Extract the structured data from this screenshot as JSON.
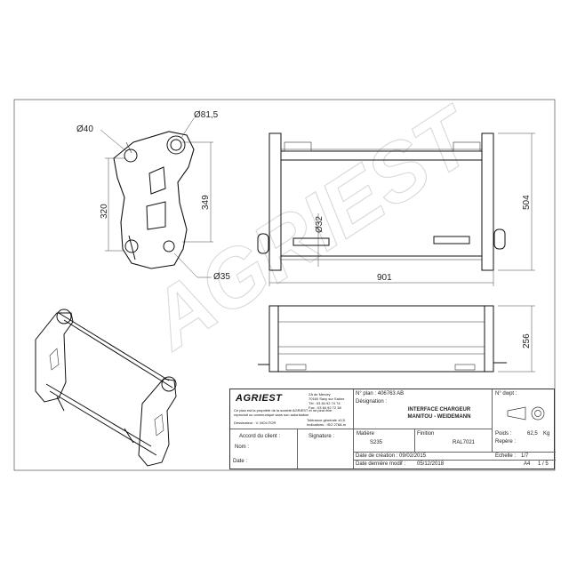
{
  "dimensions": {
    "hole_small": "Ø40",
    "hole_large": "Ø81,5",
    "height_a": "320",
    "height_b": "349",
    "hole_bottom": "Ø35",
    "pin_diameter": "Ø32",
    "width": "901",
    "height_frame": "504",
    "depth": "256"
  },
  "watermark": "AGRIEST",
  "company": {
    "name": "AGRIEST",
    "address": [
      "ZA de Mercey",
      "70160 Saxy sur Saône",
      "Tél : 03 84 92 74 74",
      "Fax : 03 84 92 72 38"
    ],
    "notice": [
      "Ce plan est la propriété de la société AGRIEST et ne peut être",
      "reproduit ou communiqué sans son autorisation"
    ],
    "designer_label": "Dessinateur : V. MOLITOR",
    "tolerance": [
      "Tolérance générale ±0,5",
      "Indications : ISO 2768-m"
    ]
  },
  "title_block": {
    "client_agreement_label": "Accord du client :",
    "signature_label": "Signature :",
    "name_label": "Nom :",
    "date_label": "Date :",
    "plan_number_label": "N° plan : 406763 AB",
    "designation_label": "Désignation :",
    "designation_line1": "INTERFACE CHARGEUR",
    "designation_line2": "MANITOU - WEIDEMANN",
    "material_label": "Matière",
    "material_value": "S235",
    "finish_label": "Finition",
    "finish_value": "RAL7021",
    "creation_date": "Date de création : 09/02/2015",
    "last_modified_label": "Date dernière modif :",
    "last_modified_value": "05/12/2018",
    "drawing_number_label": "N° dwpt :",
    "weight_label": "Poids :",
    "weight_value": "62,5",
    "weight_unit": "Kg",
    "mark_label": "Repère :",
    "scale_label": "Echelle :",
    "scale_value": "1/7",
    "format": "A4",
    "sheet": "1 / 5"
  }
}
